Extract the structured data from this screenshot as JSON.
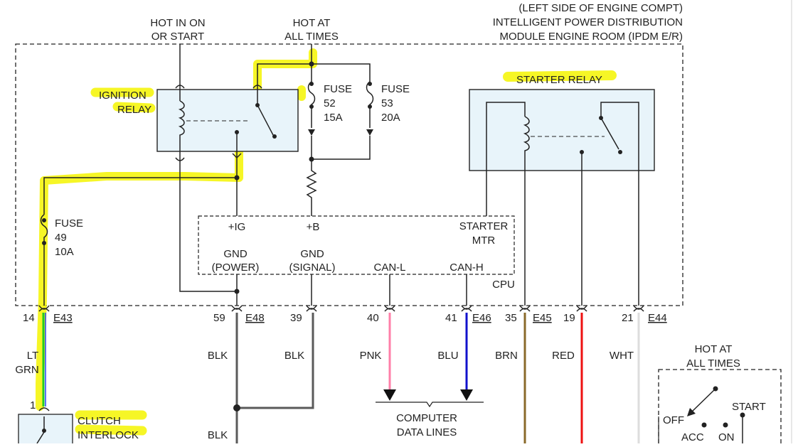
{
  "labels": {
    "hot_on_start": [
      "HOT IN ON",
      "OR START"
    ],
    "hot_at_all_times": [
      "HOT AT",
      "ALL TIMES"
    ],
    "ipdm_title": [
      "(LEFT SIDE OF ENGINE COMPT)",
      "INTELLIGENT POWER DISTRIBUTION",
      "MODULE ENGINE ROOM (IPDM E/R)"
    ],
    "ignition_relay": [
      "IGNITION",
      "RELAY"
    ],
    "starter_relay": "STARTER RELAY",
    "fuse52": [
      "FUSE",
      "52",
      "15A"
    ],
    "fuse53": [
      "FUSE",
      "53",
      "20A"
    ],
    "fuse49": [
      "FUSE",
      "49",
      "10A"
    ],
    "cpu": "CPU",
    "cpu_ig": "+IG",
    "cpu_b": "+B",
    "starter_mtr": [
      "STARTER",
      "MTR"
    ],
    "gnd_power": [
      "GND",
      "(POWER)"
    ],
    "gnd_signal": [
      "GND",
      "(SIGNAL)"
    ],
    "can_l": "CAN-L",
    "can_h": "CAN-H",
    "computer_data_lines": [
      "COMPUTER",
      "DATA LINES"
    ],
    "clutch_interlock": [
      "CLUTCH",
      "INTERLOCK"
    ],
    "ignition_switch_hot": [
      "HOT AT",
      "ALL TIMES"
    ],
    "sw_off": "OFF",
    "sw_acc": "ACC",
    "sw_on": "ON",
    "sw_start": "START"
  },
  "connectors": {
    "e43": "E43",
    "e48": "E48",
    "e46": "E46",
    "e45": "E45",
    "e44": "E44"
  },
  "pins": {
    "p14": "14",
    "p59": "59",
    "p39": "39",
    "p40": "40",
    "p41": "41",
    "p35": "35",
    "p19": "19",
    "p21": "21",
    "p1": "1"
  },
  "wires": {
    "lt_grn": [
      "LT",
      "GRN"
    ],
    "blk_59": "BLK",
    "blk_39": "BLK",
    "pnk": "PNK",
    "blu": "BLU",
    "brn": "BRN",
    "red": "RED",
    "wht": "WHT",
    "blk_bottom": "BLK"
  },
  "colors": {
    "module_fill": "#e8f4fa",
    "highlight": "#f4f400",
    "wire_lt_grn_a": "#22cc22",
    "wire_lt_grn_b": "#2244ff",
    "wire_blk": "#5a5a5a",
    "wire_pnk": "#ff7fa8",
    "wire_blu": "#1111cc",
    "wire_brn": "#8a6a2a",
    "wire_red": "#ee1111",
    "wire_wht": "#dddddd"
  }
}
